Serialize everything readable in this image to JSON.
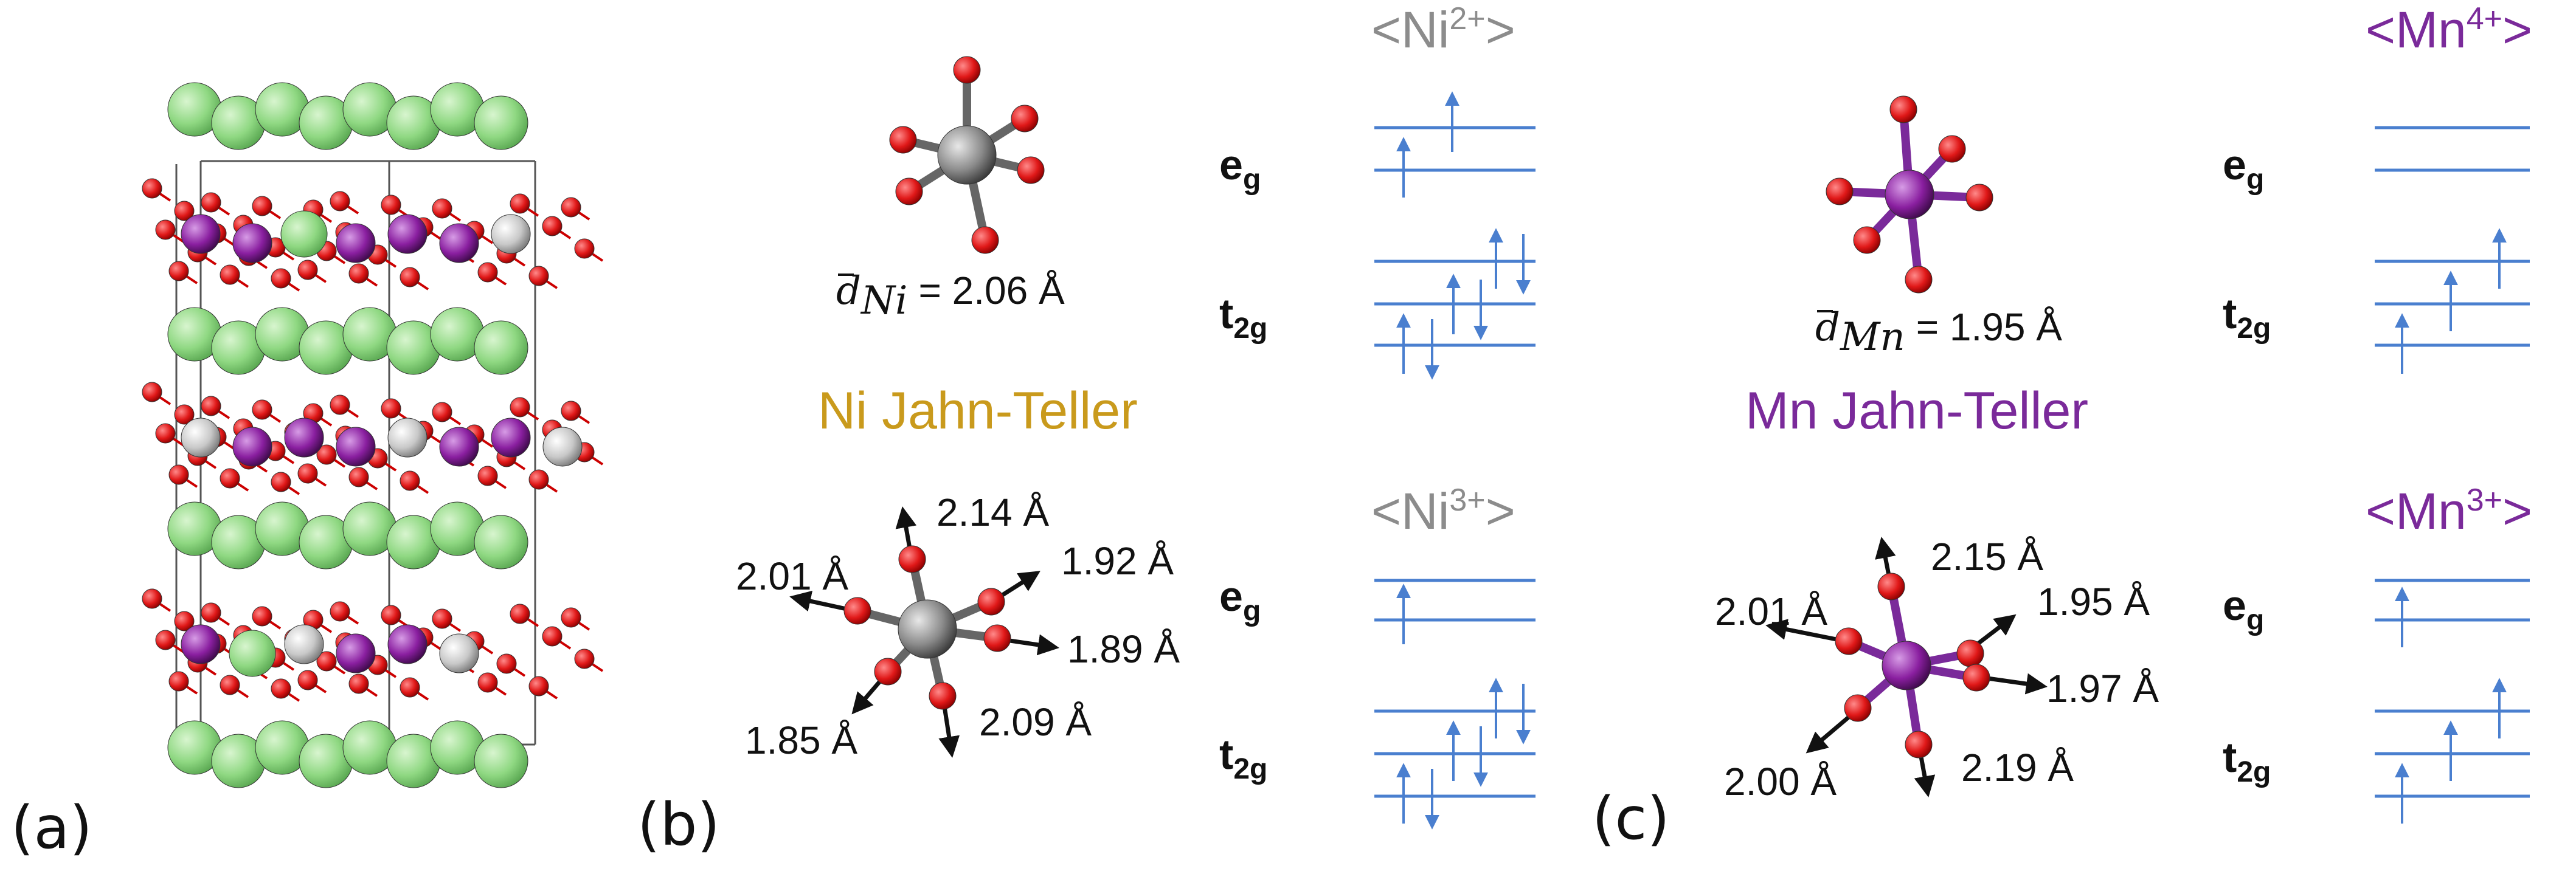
{
  "labels": {
    "panel_a": "(a)",
    "panel_b": "(b)",
    "panel_c": "(c)"
  },
  "panel_b": {
    "ion_top": "<Ni2+>",
    "ion_top_base": "<Ni",
    "ion_top_sup": "2+",
    "ion_bottom_base": "<Ni",
    "ion_bottom_sup": "3+",
    "avg_label_symbol": "d",
    "avg_label_sub": "Ni",
    "avg_value": "= 2.06 Å",
    "jahn_teller_title": "Ni Jahn-Teller",
    "distances": {
      "up": "2.14 Å",
      "upper_left": "2.01 Å",
      "upper_right": "1.92 Å",
      "right": "1.89 Å",
      "lower_left": "1.85 Å",
      "down": "2.09 Å"
    }
  },
  "panel_c": {
    "ion_top_base": "<Mn",
    "ion_top_sup": "4+",
    "ion_bottom_base": "<Mn",
    "ion_bottom_sup": "3+",
    "avg_label_symbol": "d",
    "avg_label_sub": "Mn",
    "avg_value": "= 1.95 Å",
    "jahn_teller_title": "Mn Jahn-Teller",
    "distances": {
      "up": "2.15 Å",
      "upper_left": "2.01 Å",
      "upper_right": "1.95 Å",
      "right": "1.97 Å",
      "lower_left": "2.00 Å",
      "down": "2.19 Å"
    }
  },
  "orbitals": {
    "eg_base": "e",
    "eg_sub": "g",
    "t2g_base": "t",
    "t2g_sub": "2g"
  },
  "colors": {
    "ni_gray": "#8c8c8c",
    "mn_purple": "#7a2a9a",
    "jahn_teller_gold": "#c99a1c",
    "level_blue": "#4a7fcf",
    "oxygen_red": "#e01818",
    "lithium_green": "#8fd882"
  }
}
